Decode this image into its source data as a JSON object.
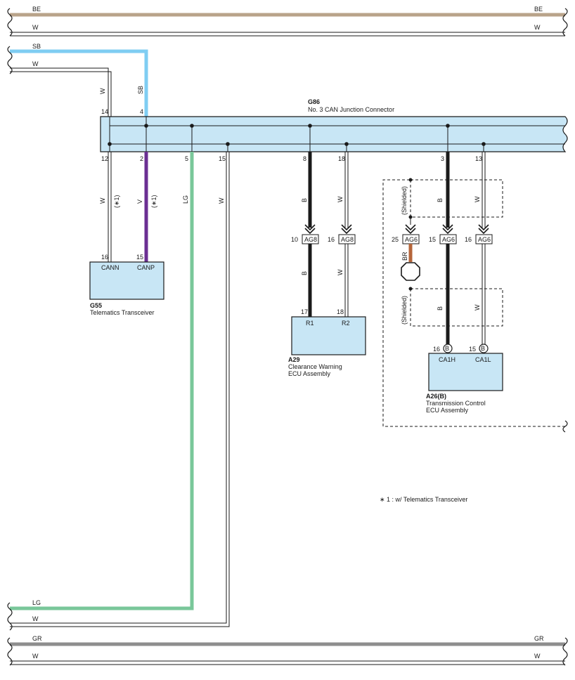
{
  "buses": {
    "be": {
      "left": "BE",
      "right": "BE",
      "color": "#b9a38a"
    },
    "w_top": {
      "left": "W",
      "right": "W"
    },
    "sb": {
      "label": "SB",
      "color": "#7fcdf2"
    },
    "w_sb": {
      "label": "W"
    },
    "lg": {
      "label": "LG",
      "color": "#79c79a"
    },
    "w_lg": {
      "label": "W"
    },
    "gr": {
      "left": "GR",
      "right": "GR",
      "color": "#8e8e8e"
    },
    "w_bottom": {
      "left": "W",
      "right": "W"
    }
  },
  "g86": {
    "code": "G86",
    "name": "No. 3 CAN Junction Connector",
    "pins_top": [
      "14",
      "4"
    ],
    "pins_bottom": [
      "12",
      "2",
      "5",
      "15",
      "8",
      "18",
      "3",
      "13"
    ]
  },
  "wire_labels": {
    "w14": "W",
    "sb4": "SB",
    "w12": "W",
    "v2": "V",
    "note12": "(∗1)",
    "note2": "(∗1)",
    "lg5": "LG",
    "w15": "W",
    "b8": "B",
    "w18": "W",
    "b3": "B",
    "w13": "W",
    "b10": "B",
    "w16": "W",
    "br": "BR",
    "b15": "B",
    "w16b": "W"
  },
  "shield": {
    "upper": "(Shielded)",
    "lower": "(Shielded)"
  },
  "junctions": {
    "j10": {
      "pin": "10",
      "code": "AG8"
    },
    "j16a": {
      "pin": "16",
      "code": "AG8"
    },
    "j25": {
      "pin": "25",
      "code": "AG6"
    },
    "j15": {
      "pin": "15",
      "code": "AG6"
    },
    "j16b": {
      "pin": "16",
      "code": "AG6"
    }
  },
  "g55": {
    "code": "G55",
    "name": "Telematics Transceiver",
    "pins": [
      "16",
      "15"
    ],
    "terminals": [
      "CANN",
      "CANP"
    ]
  },
  "a29": {
    "code": "A29",
    "name_line1": "Clearance Warning",
    "name_line2": "ECU Assembly",
    "pins": [
      "17",
      "18"
    ],
    "terminals": [
      "R1",
      "R2"
    ]
  },
  "a26": {
    "code": "A26(B)",
    "name_line1": "Transmission Control",
    "name_line2": "ECU Assembly",
    "pins": [
      "16",
      "15"
    ],
    "pin_marks": [
      "B",
      "B"
    ],
    "terminals": [
      "CA1H",
      "CA1L"
    ]
  },
  "footnote": "∗ 1 : w/ Telematics Transceiver",
  "colors": {
    "box_fill": "#c8e6f5",
    "violet": "#6b2f93",
    "brown": "#b5653a",
    "black": "#1a1a1a",
    "white_wire": "#ffffff"
  }
}
